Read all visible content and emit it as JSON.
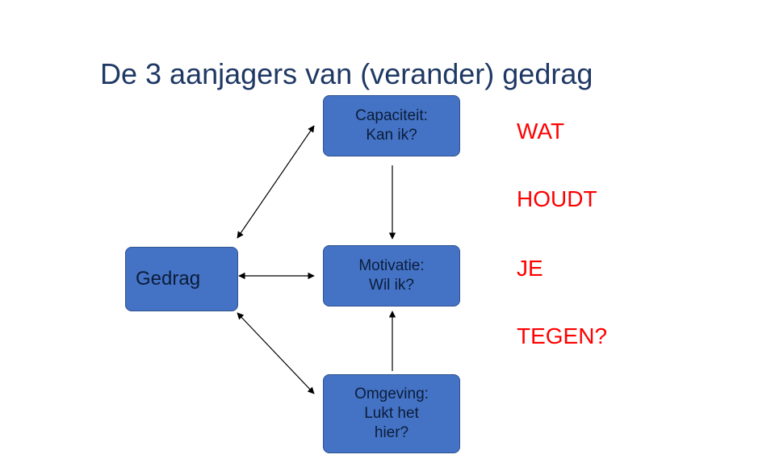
{
  "slide": {
    "title": "De 3 aanjagers van (verander) gedrag"
  },
  "nodes": {
    "capaciteit": {
      "line1": "Capaciteit:",
      "line2": "Kan ik?"
    },
    "motivatie": {
      "line1": "Motivatie:",
      "line2": "Wil ik?"
    },
    "omgeving": {
      "line1": "Omgeving:",
      "line2": "Lukt het",
      "line3": "hier?"
    },
    "gedrag": {
      "label": "Gedrag"
    }
  },
  "side_text": {
    "words": [
      "WAT",
      "HOUDT",
      "JE",
      "TEGEN?"
    ]
  },
  "colors": {
    "box_fill": "#4472c4",
    "box_border": "#2f528f",
    "title": "#1f3864",
    "side_text": "#ff0000"
  }
}
